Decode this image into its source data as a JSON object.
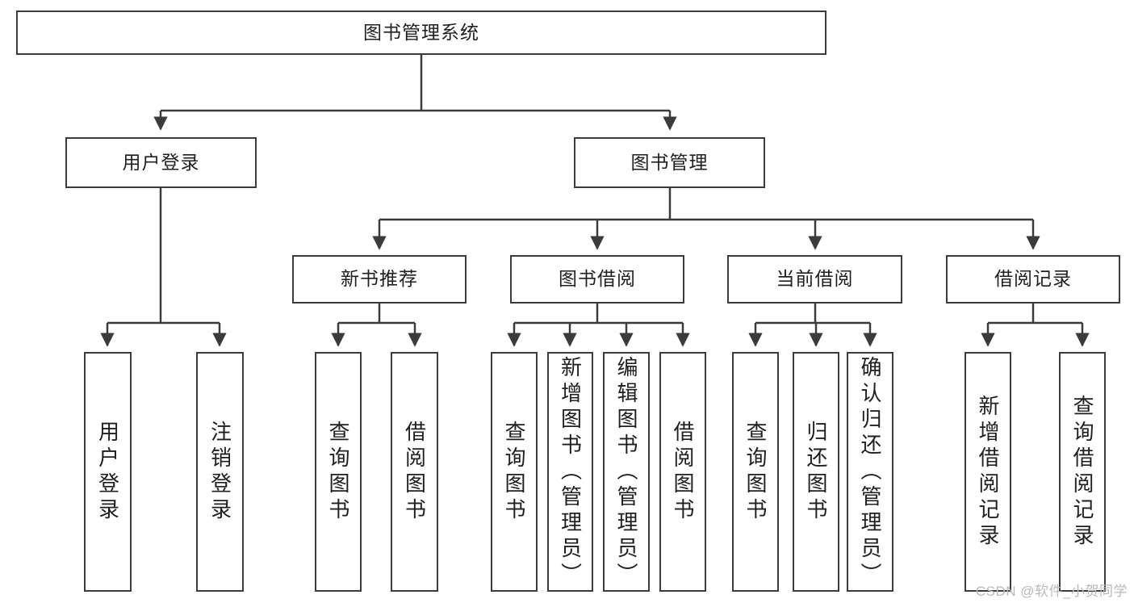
{
  "diagram": {
    "title": "图书管理系统",
    "watermark": "CSDN @软件_小贺同学",
    "colors": {
      "stroke": "#3b3b3b",
      "fill": "#ffffff",
      "text": "#1f1f1f",
      "watermark": "#b9b9b9"
    },
    "levels": {
      "root": {
        "label": "图书管理系统"
      },
      "level1": [
        {
          "label": "用户登录"
        },
        {
          "label": "图书管理"
        }
      ],
      "level2": [
        {
          "label": "新书推荐"
        },
        {
          "label": "图书借阅"
        },
        {
          "label": "当前借阅"
        },
        {
          "label": "借阅记录"
        }
      ],
      "leaves": [
        {
          "label": "用户登录"
        },
        {
          "label": "注销登录"
        },
        {
          "label": "查询图书"
        },
        {
          "label": "借阅图书"
        },
        {
          "label": "查询图书"
        },
        {
          "label": "新增图书（管理员）"
        },
        {
          "label": "编辑图书（管理员）"
        },
        {
          "label": "借阅图书"
        },
        {
          "label": "查询图书"
        },
        {
          "label": "归还图书"
        },
        {
          "label": "确认归还（管理员）"
        },
        {
          "label": "新增借阅记录"
        },
        {
          "label": "查询借阅记录"
        }
      ]
    },
    "edges": [
      {
        "from": "图书管理系统",
        "to": "用户登录"
      },
      {
        "from": "图书管理系统",
        "to": "图书管理"
      },
      {
        "from": "用户登录",
        "to": "用户登录"
      },
      {
        "from": "用户登录",
        "to": "注销登录"
      },
      {
        "from": "图书管理",
        "to": "新书推荐"
      },
      {
        "from": "图书管理",
        "to": "图书借阅"
      },
      {
        "from": "图书管理",
        "to": "当前借阅"
      },
      {
        "from": "图书管理",
        "to": "借阅记录"
      },
      {
        "from": "新书推荐",
        "to": "查询图书"
      },
      {
        "from": "新书推荐",
        "to": "借阅图书"
      },
      {
        "from": "图书借阅",
        "to": "查询图书"
      },
      {
        "from": "图书借阅",
        "to": "新增图书（管理员）"
      },
      {
        "from": "图书借阅",
        "to": "编辑图书（管理员）"
      },
      {
        "from": "图书借阅",
        "to": "借阅图书"
      },
      {
        "from": "当前借阅",
        "to": "查询图书"
      },
      {
        "from": "当前借阅",
        "to": "归还图书"
      },
      {
        "from": "当前借阅",
        "to": "确认归还（管理员）"
      },
      {
        "from": "借阅记录",
        "to": "新增借阅记录"
      },
      {
        "from": "借阅记录",
        "to": "查询借阅记录"
      }
    ]
  }
}
